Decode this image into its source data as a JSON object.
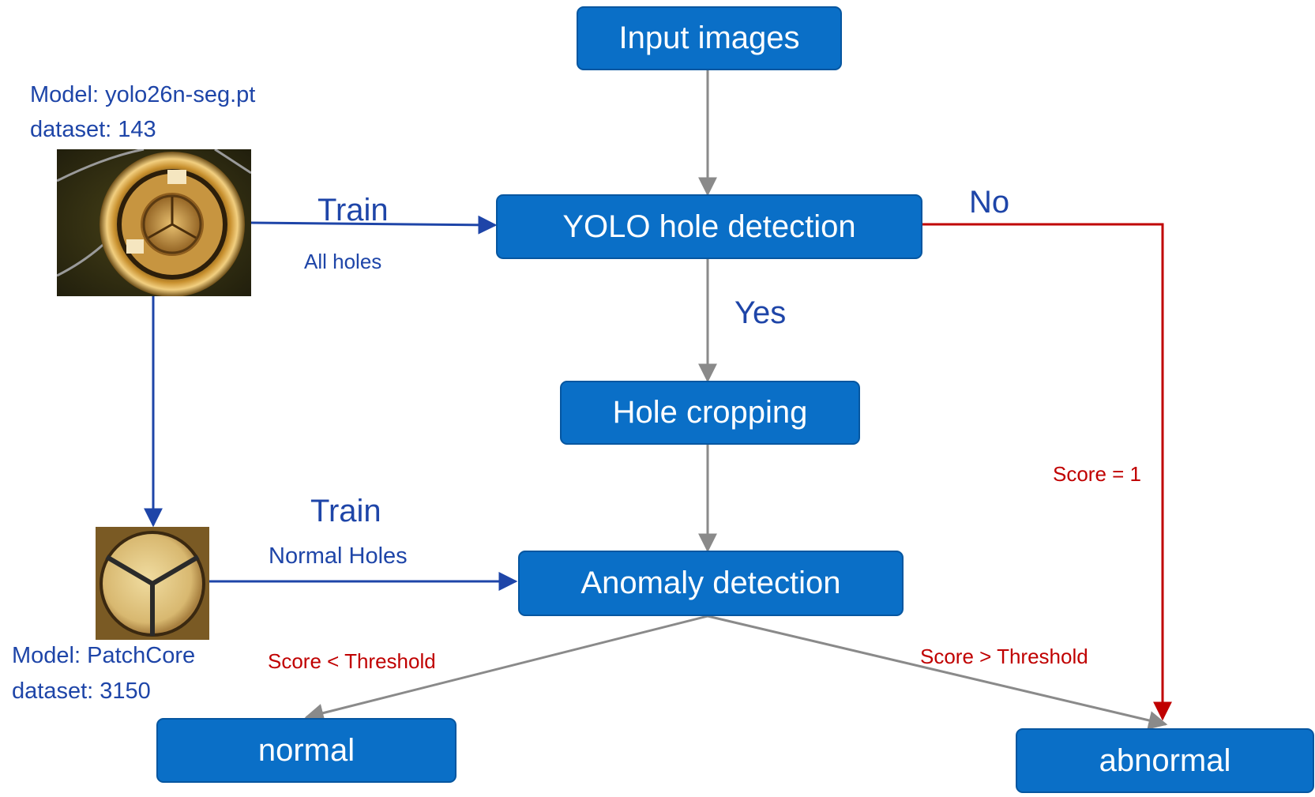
{
  "nodes": {
    "input": "Input images",
    "yolo": "YOLO hole detection",
    "crop": "Hole cropping",
    "anomaly": "Anomaly detection",
    "normal": "normal",
    "abnormal": "abnormal"
  },
  "yolo_model": {
    "model": "Model: yolo26n-seg.pt",
    "dataset": "dataset: 143",
    "train": "Train",
    "subset": "All holes"
  },
  "patchcore_model": {
    "model": "Model: PatchCore",
    "dataset": "dataset: 3150",
    "train": "Train",
    "subset": "Normal Holes"
  },
  "edges": {
    "yes": "Yes",
    "no": "No",
    "score_one": "Score = 1",
    "below": "Score < Threshold",
    "above": "Score > Threshold"
  },
  "colors": {
    "box_fill": "#0a6fc7",
    "box_text": "#ffffff",
    "flow_arrow": "#8a8a8a",
    "train_arrow": "#1e45a8",
    "reject_arrow": "#c00000",
    "label_blue": "#1e45a8",
    "label_red": "#c00000"
  },
  "images": {
    "board_photo": "board-hole-photo",
    "hole_crop": "cropped-hole-photo"
  }
}
